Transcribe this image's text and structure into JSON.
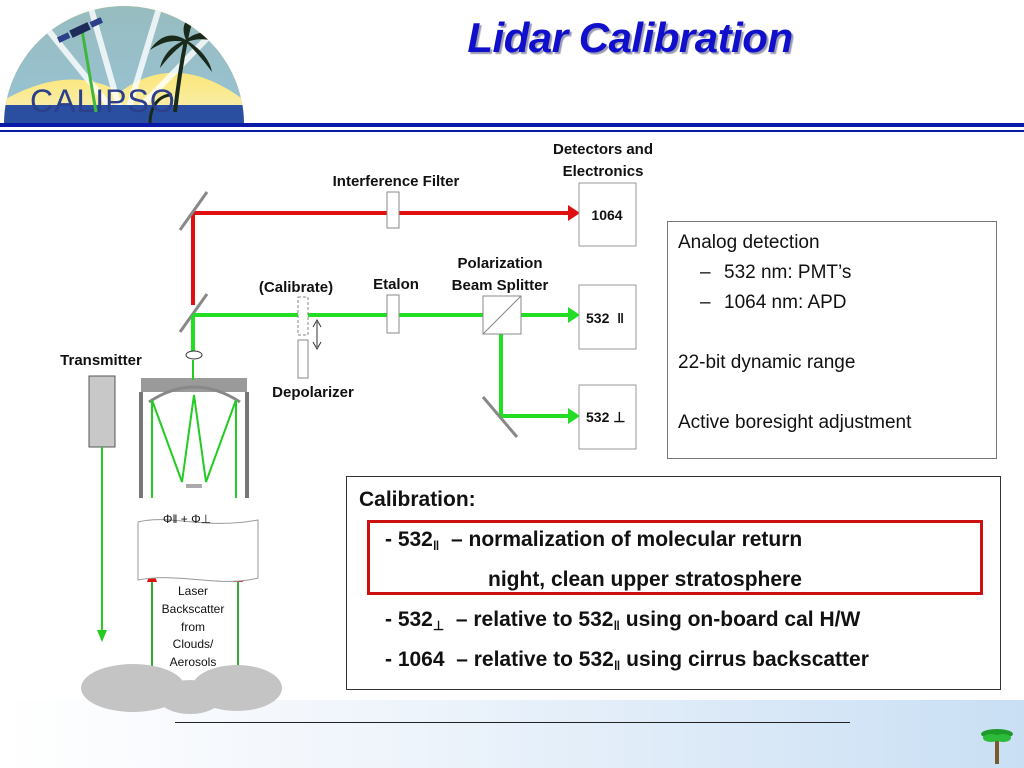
{
  "title": "Lidar Calibration",
  "logo": {
    "text": "CALIPSO"
  },
  "diagram": {
    "labels": {
      "detectors": [
        "Detectors and",
        "Electronics"
      ],
      "interference_filter": "Interference Filter",
      "polarization_splitter": [
        "Polarization",
        "Beam Splitter"
      ],
      "etalon": "Etalon",
      "calibrate": "(Calibrate)",
      "transmitter": "Transmitter",
      "depolarizer": "Depolarizer",
      "phi": "Φ‖ + Φ⊥",
      "backscatter": [
        "Laser",
        "Backscatter",
        "from",
        "Clouds/",
        "Aerosols"
      ]
    },
    "detector_1064": "1064",
    "detector_532_par": "532  ‖",
    "detector_532_perp": "532 ⊥"
  },
  "info": {
    "heading": "Analog detection",
    "items": [
      "532 nm: PMT’s",
      "1064 nm: APD"
    ],
    "dash": "–",
    "dynamic_range": "22-bit dynamic range",
    "boresight": "Active boresight adjustment"
  },
  "calibration": {
    "heading": "Calibration:",
    "line1_prefix": "- 532",
    "line1_sub": "‖",
    "line1_rest": "  – normalization of molecular return",
    "line2": "night, clean upper stratosphere",
    "line3_prefix": "- 532",
    "line3_sub": "⊥",
    "line3_mid": "  – relative to 532",
    "line3_sub2": "‖",
    "line3_rest": " using on-board cal H/W",
    "line4_prefix": "- 1064  – relative to 532",
    "line4_sub": "‖",
    "line4_rest": " using cirrus backscatter"
  }
}
